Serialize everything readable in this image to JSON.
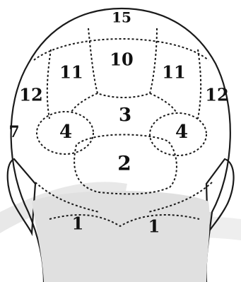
{
  "regions": [
    {
      "id": "r15",
      "label": "15"
    },
    {
      "id": "r10",
      "label": "10"
    },
    {
      "id": "r11-left",
      "label": "11"
    },
    {
      "id": "r11-right",
      "label": "11"
    },
    {
      "id": "r12-left",
      "label": "12"
    },
    {
      "id": "r12-right",
      "label": "12"
    },
    {
      "id": "r3",
      "label": "3"
    },
    {
      "id": "r4-left",
      "label": "4"
    },
    {
      "id": "r4-right",
      "label": "4"
    },
    {
      "id": "r2",
      "label": "2"
    },
    {
      "id": "r7",
      "label": "7"
    },
    {
      "id": "r1-left",
      "label": "1"
    },
    {
      "id": "r1-right",
      "label": "1"
    }
  ],
  "colors": {
    "ink": "#1a1a1a",
    "paper": "#ffffff",
    "shade": "#d9d9d9",
    "watermark": "#e3e3e3"
  }
}
